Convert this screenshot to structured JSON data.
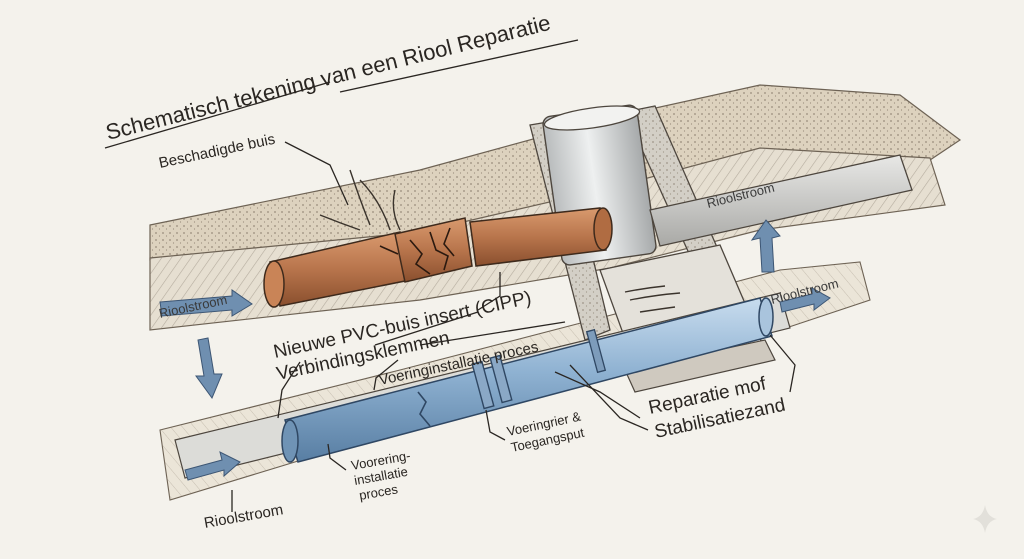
{
  "title": "Schematisch tekening van een Riool Reparatie",
  "labels": {
    "damaged_pipe": "Beschadigde buis",
    "pvc_insert": "Nieuwe PVC-buis insert (CIPP)",
    "clamps": "Verbindingsklemmen",
    "lining_process_top": "Voeringinstallatie proces",
    "repair_sleeve": "Reparatie mof",
    "stabilisation_sand": "Stabilisatiezand",
    "access_pit_line1": "Voeringrier &",
    "access_pit_line2": "Toegangsput",
    "lining_process_bottom_line1": "Voorering-",
    "lining_process_bottom_line2": "installatie",
    "lining_process_bottom_line3": "proces"
  },
  "flows": {
    "left_upper": "Rioolstroom",
    "right_upper": "Rioolstroom",
    "right_lower": "Rioolstroom",
    "bottom_left": "Rioolstroom"
  },
  "colors": {
    "background": "#f4f2ec",
    "clay_pipe": "#b8754c",
    "pvc_pipe": "#7fa3c4",
    "flow_arrow": "#6f8fb0",
    "soil": "#d8cdb8",
    "concrete": "#cfcbc2"
  }
}
